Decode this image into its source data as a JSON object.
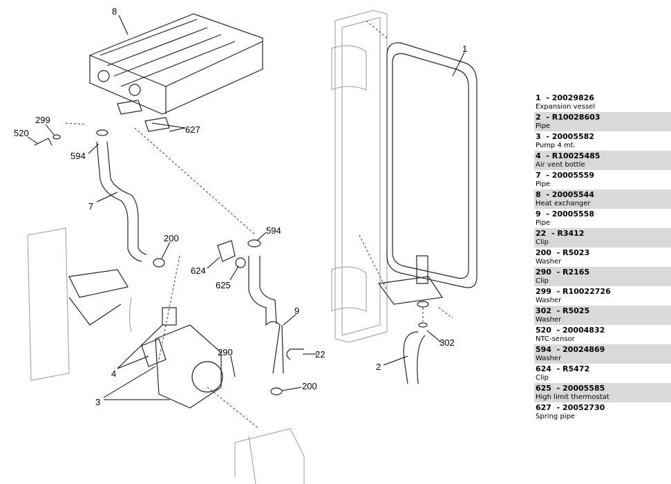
{
  "callouts": {
    "c8": "8",
    "c1": "1",
    "c299": "299",
    "c520": "520",
    "c594a": "594",
    "c627": "627",
    "c7": "7",
    "c200a": "200",
    "c594b": "594",
    "c624": "624",
    "c625": "625",
    "c9": "9",
    "c290": "290",
    "c22": "22",
    "c4": "4",
    "c3": "3",
    "c2": "2",
    "c302": "302",
    "c200b": "200"
  },
  "parts": [
    {
      "number": "1",
      "code": "20029826",
      "description": "Expansion vessel"
    },
    {
      "number": "2",
      "code": "R10028603",
      "description": "Pipe"
    },
    {
      "number": "3",
      "code": "20005582",
      "description": "Pump 4 mt."
    },
    {
      "number": "4",
      "code": "R10025485",
      "description": "Air vent bottle"
    },
    {
      "number": "7",
      "code": "20005559",
      "description": "Pipe"
    },
    {
      "number": "8",
      "code": "20005544",
      "description": "Heat exchanger"
    },
    {
      "number": "9",
      "code": "20005558",
      "description": "Pipe"
    },
    {
      "number": "22",
      "code": "R3412",
      "description": "Clip"
    },
    {
      "number": "200",
      "code": "R5023",
      "description": "Washer"
    },
    {
      "number": "290",
      "code": "R2165",
      "description": "Clip"
    },
    {
      "number": "299",
      "code": "R10022726",
      "description": "Washer"
    },
    {
      "number": "302",
      "code": "R5025",
      "description": "Washer"
    },
    {
      "number": "520",
      "code": "20004832",
      "description": "NTC-sensor"
    },
    {
      "number": "594",
      "code": "20024869",
      "description": "Washer"
    },
    {
      "number": "624",
      "code": "R5472",
      "description": "Clip"
    },
    {
      "number": "625",
      "code": "20005585",
      "description": "High limit thermostat"
    },
    {
      "number": "627",
      "code": "20052730",
      "description": "Spring pipe"
    }
  ],
  "colors": {
    "row_alt": "#d9d9d9"
  }
}
